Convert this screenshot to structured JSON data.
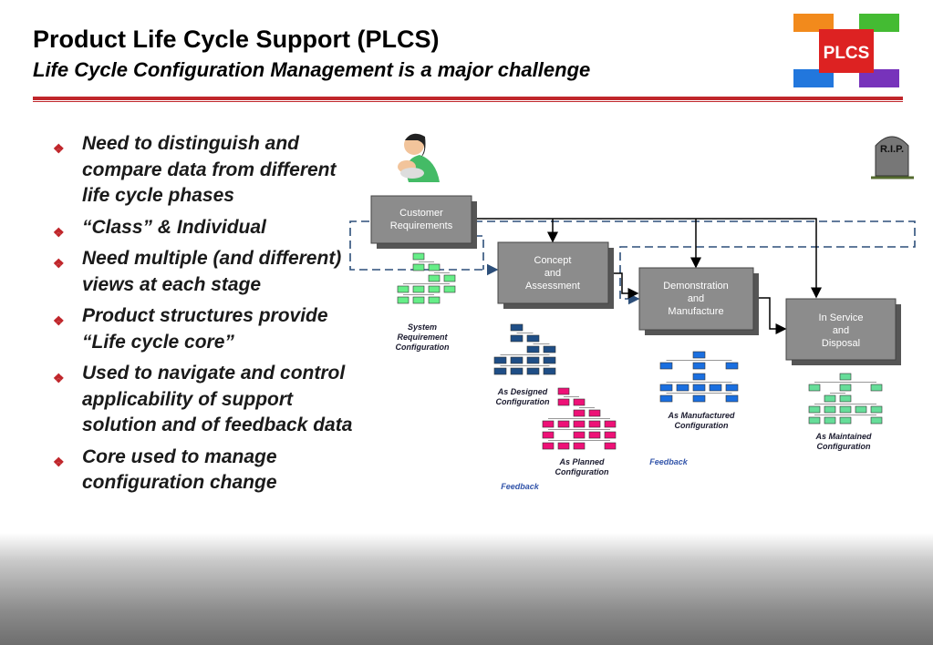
{
  "header": {
    "title": "Product Life Cycle Support (PLCS)",
    "subtitle": "Life Cycle Configuration Management is a major challenge",
    "logo_text": "PLCS"
  },
  "bullets": [
    "Need to distinguish and compare data from different life cycle phases",
    "“Class” & Individual",
    "Need multiple (and different) views at each stage",
    "Product structures provide “Life cycle core”",
    "Used to navigate and control applicability of support solution and of feedback data",
    "Core used to manage configuration change"
  ],
  "diagram": {
    "stages": {
      "customer": [
        "Customer",
        "Requirements"
      ],
      "concept": [
        "Concept",
        "and",
        "Assessment"
      ],
      "demonstration": [
        "Demonstration",
        "and",
        "Manufacture"
      ],
      "service": [
        "In Service",
        "and",
        "Disposal"
      ]
    },
    "configs": {
      "system": [
        "System",
        "Requirement",
        "Configuration"
      ],
      "designed": [
        "As Designed",
        "Configuration"
      ],
      "planned": [
        "As Planned",
        "Configuration"
      ],
      "manufactured": [
        "As Manufactured",
        "Configuration"
      ],
      "maintained": [
        "As Maintained",
        "Configuration"
      ]
    },
    "feedback_label": "Feedback",
    "tombstone_text": "R.I.P.",
    "colors": {
      "stage_box": "#8c8c8c",
      "green_tree": "#66ee88",
      "navy_tree": "#1f4e86",
      "pink_tree": "#ee1177",
      "blue_tree": "#1a6fe0",
      "teal_tree": "#66dd99",
      "feedback": "#3355aa",
      "dashed": "#4a6a8a",
      "accent": "#c0262b"
    }
  }
}
